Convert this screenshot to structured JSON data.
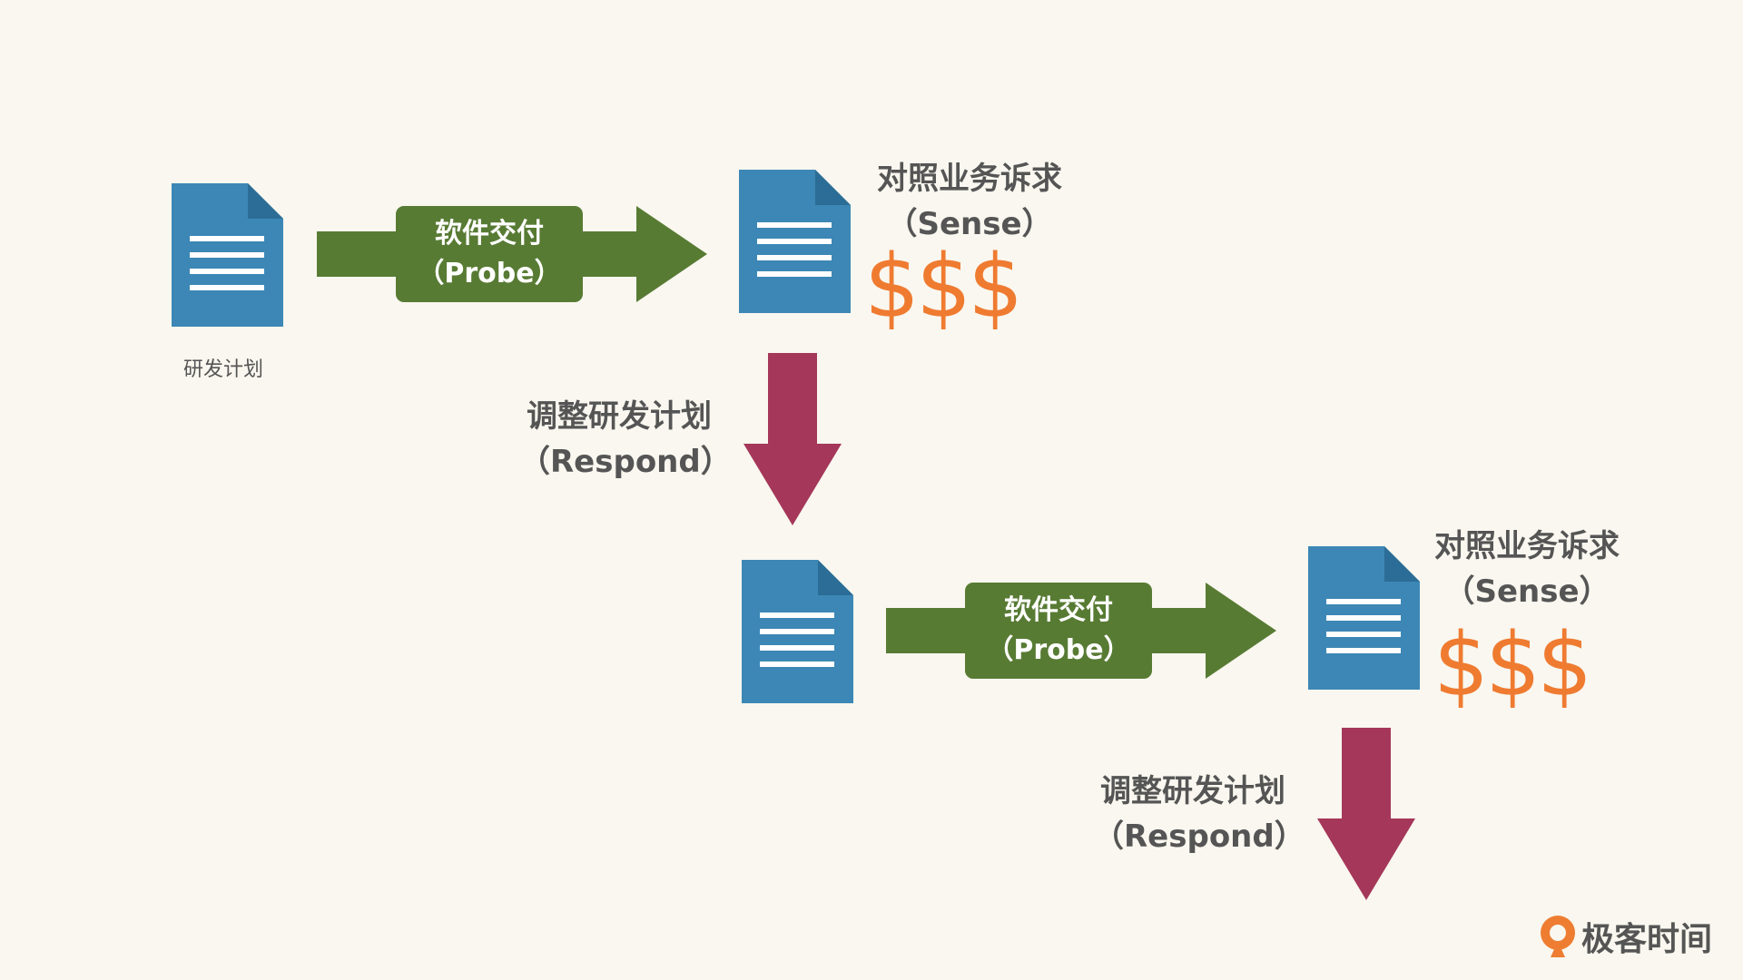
{
  "plan_caption": "研发计划",
  "probe": {
    "line1": "软件交付",
    "line2": "（Probe）"
  },
  "sense": {
    "line1": "对照业务诉求",
    "line2": "（Sense）"
  },
  "money": "$$$",
  "respond": {
    "line1": "调整研发计划",
    "line2": "（Respond）"
  },
  "brand": {
    "name": "极客时间",
    "logo_icon": "geektime-logo-icon"
  },
  "colors": {
    "background": "#f9f7ef",
    "document": "#3c87b5",
    "probe_arrow": "#587b34",
    "respond_arrow": "#a5375a",
    "money": "#ef7b31",
    "brand_logo": "#ee7d32"
  }
}
